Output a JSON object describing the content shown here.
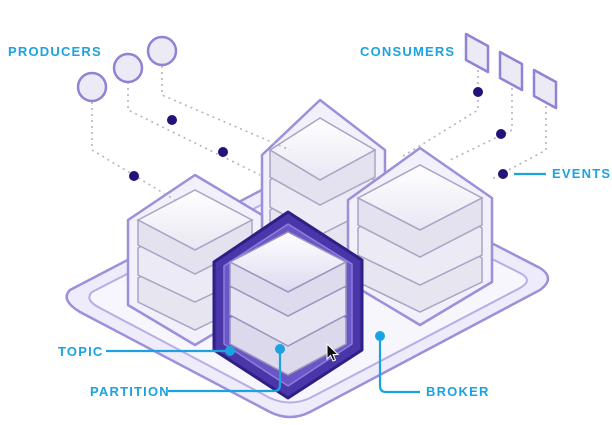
{
  "labels": {
    "producers": "PRODUCERS",
    "consumers": "CONSUMERS",
    "events": "EVENTS",
    "topic": "TOPIC",
    "partition": "PARTITION",
    "broker": "BROKER"
  },
  "colors": {
    "label": "#1aa3e0",
    "accent_dark": "#3b2a93",
    "accent_mid": "#6a56c4",
    "outline": "#8f83d6",
    "platform_fill": "#eeebfa",
    "platform_inner": "#f7f6fd",
    "node_fill": "#f4f3fa",
    "dot": "#24127a",
    "dotted_line": "#b5b2c6"
  },
  "icons": {
    "pointer": "mouse-pointer-icon"
  }
}
